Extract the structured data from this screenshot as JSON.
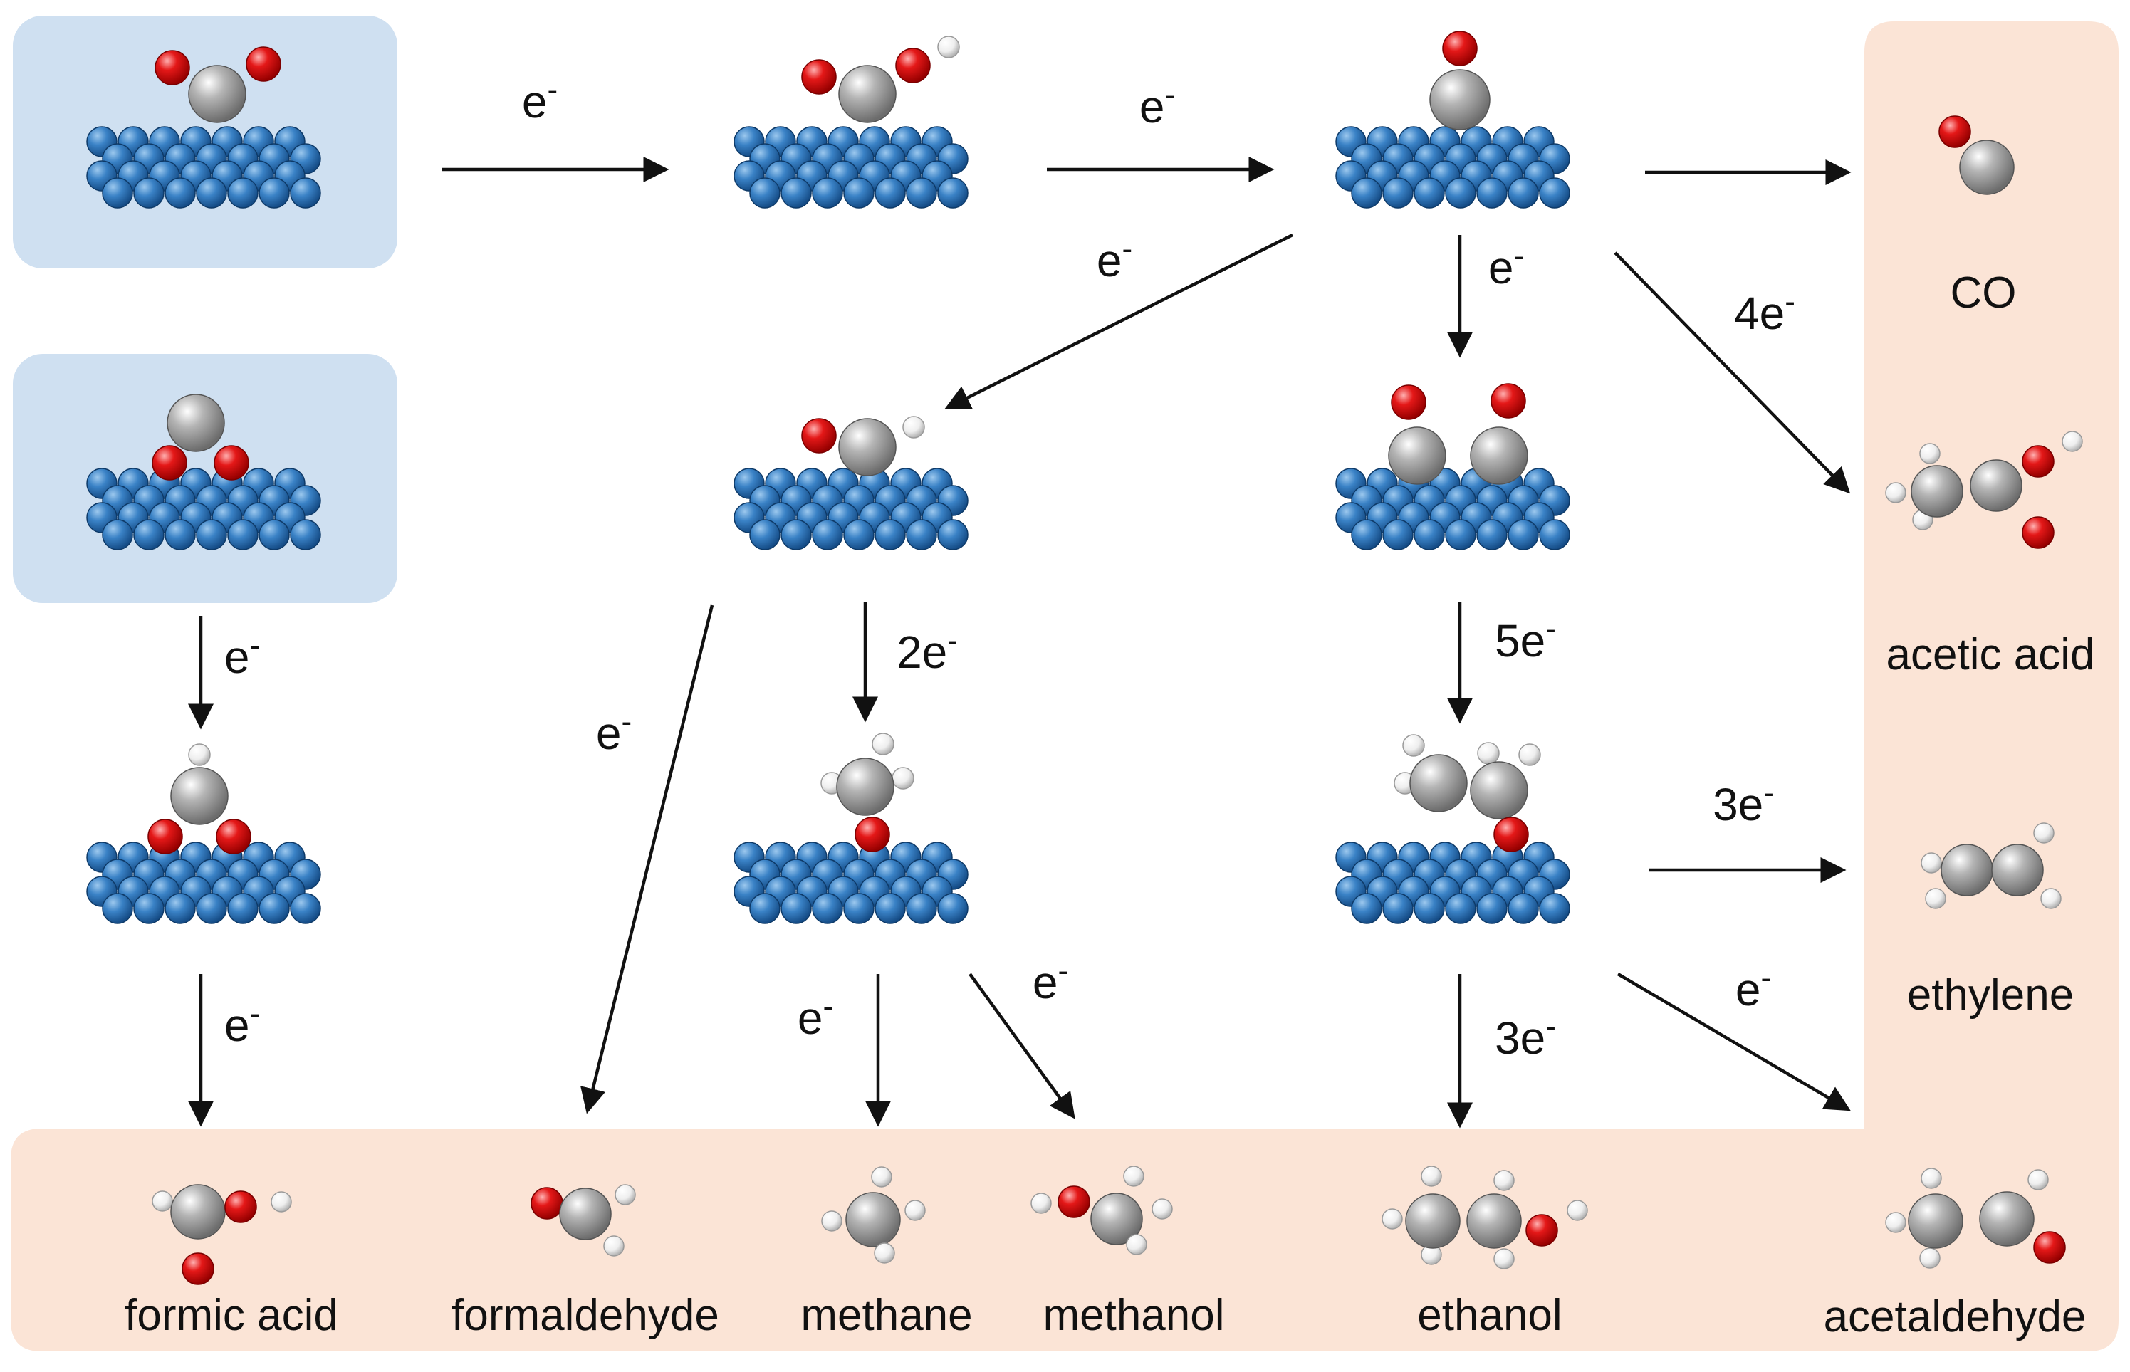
{
  "colors": {
    "reactant_panel": "#cfe0f1",
    "product_panel": "#fbe4d6",
    "surface_atom": "#2f74b8",
    "carbon": "#8f8f8f",
    "oxygen": "#e01010",
    "hydrogen": "#f4f4f4",
    "arrow": "#111111"
  },
  "electron_labels": {
    "co2_to_cooh": "e-",
    "cooh_to_co": "e-",
    "co_to_cho": "e-",
    "co_to_dimer": "e-",
    "co_to_acetic": "4e-",
    "ocho_to_hcooh": "e-",
    "hcooh_to_formic": "e-",
    "cho_to_formaldehyde": "e-",
    "cho_to_och3": "2e-",
    "och3_to_methane": "e-",
    "och3_to_methanol": "e-",
    "dimer_to_c2": "5e-",
    "c2_to_ethylene": "3e-",
    "c2_to_ethanol": "3e-",
    "c2_to_acetaldehyde": "e-"
  },
  "products": {
    "co": "CO",
    "acetic_acid": "acetic acid",
    "ethylene": "ethylene",
    "formic_acid": "formic acid",
    "formaldehyde": "formaldehyde",
    "methane": "methane",
    "methanol": "methanol",
    "ethanol": "ethanol",
    "acetaldehyde": "acetaldehyde"
  },
  "icons": {
    "surface": "metal-surface-icon",
    "molecule": "molecule-icon"
  }
}
